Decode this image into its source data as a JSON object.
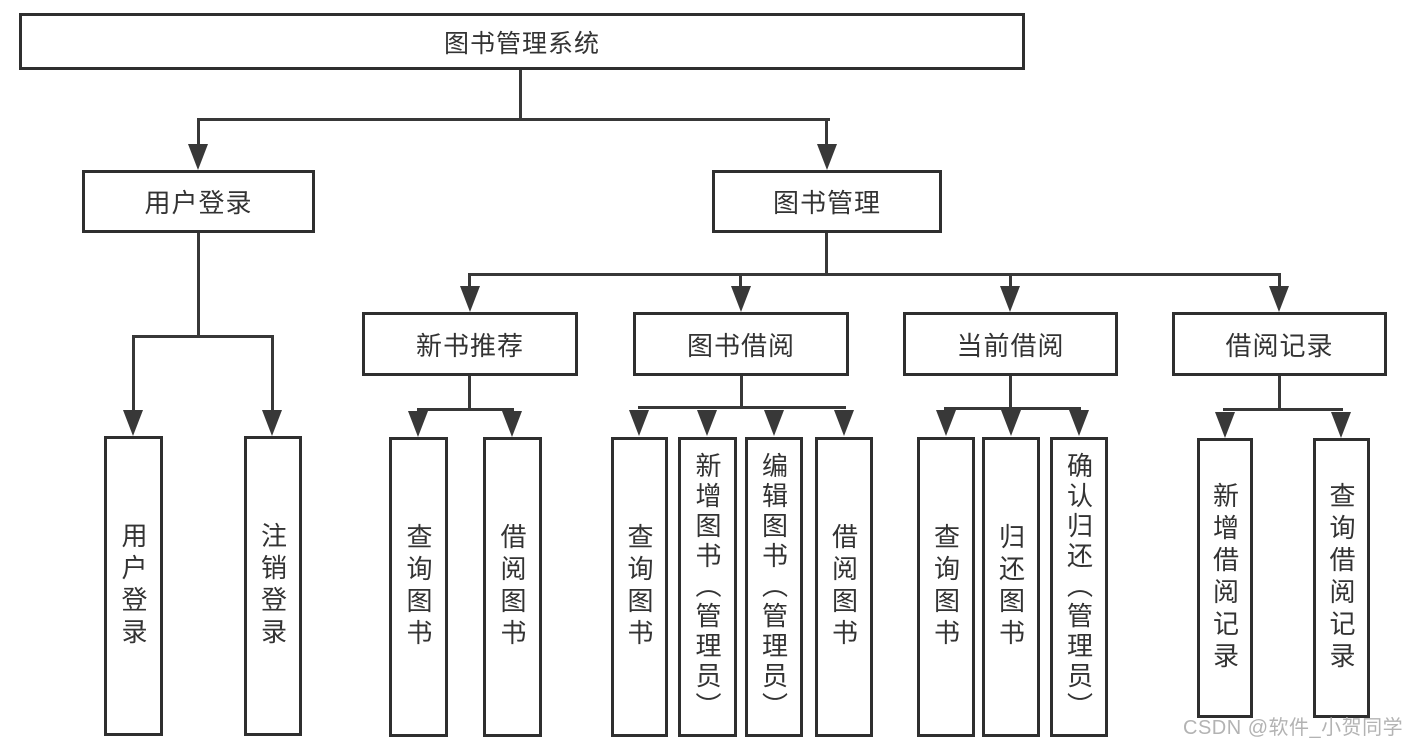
{
  "diagram": {
    "root": {
      "label": "图书管理系统"
    },
    "level2": [
      {
        "label": "用户登录"
      },
      {
        "label": "图书管理"
      }
    ],
    "level3": [
      {
        "label": "新书推荐"
      },
      {
        "label": "图书借阅"
      },
      {
        "label": "当前借阅"
      },
      {
        "label": "借阅记录"
      }
    ],
    "leaves": [
      {
        "label": "用户登录"
      },
      {
        "label": "注销登录"
      },
      {
        "label": "查询图书"
      },
      {
        "label": "借阅图书"
      },
      {
        "label": "查询图书"
      },
      {
        "label": "新增图书（管理员）"
      },
      {
        "label": "编辑图书（管理员）"
      },
      {
        "label": "借阅图书"
      },
      {
        "label": "查询图书"
      },
      {
        "label": "归还图书"
      },
      {
        "label": "确认归还（管理员）"
      },
      {
        "label": "新增借阅记录"
      },
      {
        "label": "查询借阅记录"
      }
    ],
    "colors": {
      "border": "#2f2f2f",
      "line": "#383838",
      "text": "#333333",
      "background": "#ffffff",
      "watermark": "#b3b3b3"
    }
  },
  "watermark": {
    "text": "CSDN @软件_小贺同学"
  }
}
